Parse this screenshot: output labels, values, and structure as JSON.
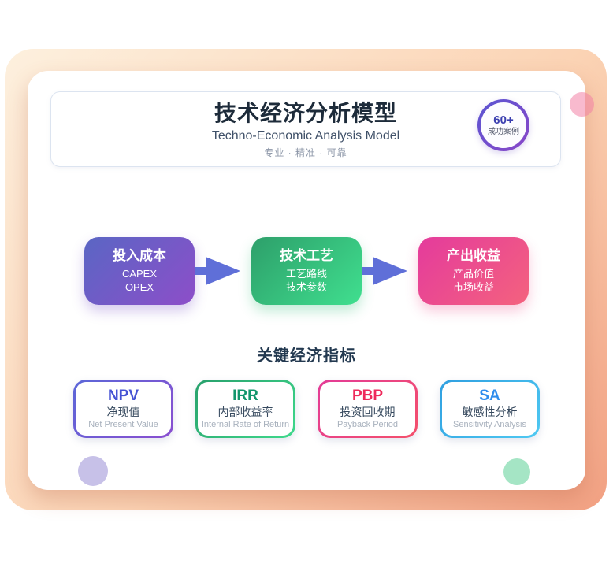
{
  "header": {
    "title": "技术经济分析模型",
    "subtitle": "Techno-Economic Analysis Model",
    "tagline": "专业 · 精准 · 可靠",
    "badge": {
      "count": "60+",
      "label": "成功案例"
    }
  },
  "flow": {
    "boxes": [
      {
        "title": "投入成本",
        "lines": [
          "CAPEX",
          "OPEX"
        ]
      },
      {
        "title": "技术工艺",
        "lines": [
          "工艺路线",
          "技术参数"
        ]
      },
      {
        "title": "产出收益",
        "lines": [
          "产品价值",
          "市场收益"
        ]
      }
    ]
  },
  "indicators": {
    "heading": "关键经济指标",
    "cards": [
      {
        "abbr": "NPV",
        "zh": "净现值",
        "en": "Net Present Value"
      },
      {
        "abbr": "IRR",
        "zh": "内部收益率",
        "en": "Internal Rate of Return"
      },
      {
        "abbr": "PBP",
        "zh": "投资回收期",
        "en": "Payback Period"
      },
      {
        "abbr": "SA",
        "zh": "敏感性分析",
        "en": "Sensitivity Analysis"
      }
    ]
  },
  "colors": {
    "poster-start": "#fdf0de",
    "poster-mid": "#fbd3b4",
    "poster-end": "#f2a183",
    "header-border": "#dce4f0",
    "title-color": "#1d2b3a",
    "subtitle-color": "#3f5068",
    "tagline-color": "#8d97a8",
    "badge-border-start": "#5a55d2",
    "badge-border-end": "#8a46c8",
    "badge-count-color": "#3c3fb0",
    "badge-label-color": "#4f5468",
    "box-cost-start": "#5a66c4",
    "box-cost-end": "#8d4ec9",
    "box-tech-start": "#2d9f6a",
    "box-tech-end": "#40df8f",
    "box-output-start": "#e43b9c",
    "box-output-end": "#f4627e",
    "arrow-color": "#5f6fd8",
    "heading-color": "#233950",
    "npv-start": "#5b67d8",
    "npv-end": "#8a4ed0",
    "npv-text": "#4653d4",
    "irr-start": "#28a06c",
    "irr-end": "#3fd98c",
    "irr-text": "#12966c",
    "pbp-start": "#e33b97",
    "pbp-end": "#f4506b",
    "pbp-text": "#ee2a5b",
    "sa-start": "#2f9fe0",
    "sa-end": "#4fc9f2",
    "sa-text": "#2f8ded",
    "card-zh-color": "#36495e",
    "card-en-color": "#a8b1bd",
    "dot-pink": "#f382a58c",
    "dot-purple": "#c7c1e8",
    "dot-green": "#a5e5c5"
  }
}
